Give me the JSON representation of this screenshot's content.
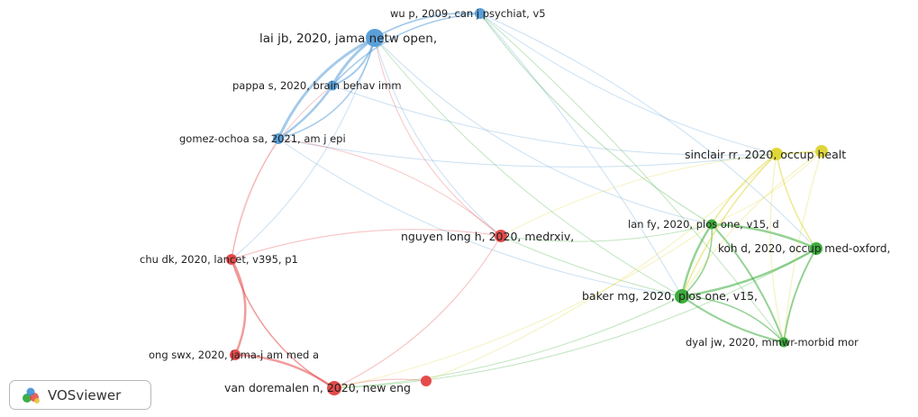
{
  "colors": {
    "blue": "#5a9fd8",
    "red": "#e54b4b",
    "green": "#3cad3c",
    "yellow": "#dfd73a"
  },
  "nodes": [
    {
      "id": "wu",
      "label": "wu p, 2009, can j psychiat, v5",
      "cluster": "blue"
    },
    {
      "id": "lai",
      "label": "lai jb, 2020, jama netw open,",
      "cluster": "blue"
    },
    {
      "id": "pappa",
      "label": "pappa s, 2020, brain behav imm",
      "cluster": "blue"
    },
    {
      "id": "gomez",
      "label": "gomez-ochoa sa, 2021, am j epi",
      "cluster": "blue"
    },
    {
      "id": "chu",
      "label": "chu dk, 2020, lancet, v395, p1",
      "cluster": "red"
    },
    {
      "id": "nguyen",
      "label": "nguyen long h, 2020, medrxiv,",
      "cluster": "red"
    },
    {
      "id": "ong",
      "label": "ong swx, 2020, jama-j am med a",
      "cluster": "red"
    },
    {
      "id": "vandoremalen",
      "label": "van doremalen n, 2020, new eng",
      "cluster": "red"
    },
    {
      "id": "sinclair",
      "label": "sinclair rr, 2020, occup healt",
      "cluster": "yellow"
    },
    {
      "id": "lan",
      "label": "lan fy, 2020, plos one, v15, d",
      "cluster": "green"
    },
    {
      "id": "koh",
      "label": "koh d, 2020, occup med-oxford,",
      "cluster": "green"
    },
    {
      "id": "baker",
      "label": "baker mg, 2020, plos one, v15,",
      "cluster": "green"
    },
    {
      "id": "dyal",
      "label": "dyal jw, 2020, mmwr-morbid mor",
      "cluster": "green"
    }
  ],
  "logo": {
    "text": "VOSviewer",
    "icon": "vosviewer-logo-icon"
  }
}
